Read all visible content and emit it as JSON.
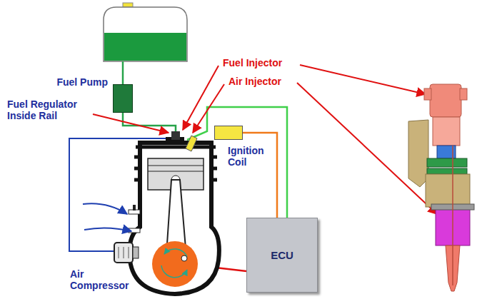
{
  "diagram": {
    "nodes": [
      {
        "text": [
          "Fuel Pump"
        ]
      },
      {
        "text": [
          "Ignition Coil"
        ]
      },
      {
        "text": [
          "ECU"
        ]
      }
    ],
    "edges": [
      {
        "from": 1,
        "to": 2,
        "arrow": "none"
      }
    ],
    "labels": [
      "Fuel Injector",
      "Air Injector",
      "Fuel Regulator Inside Rail",
      "Air Compressor"
    ]
  }
}
